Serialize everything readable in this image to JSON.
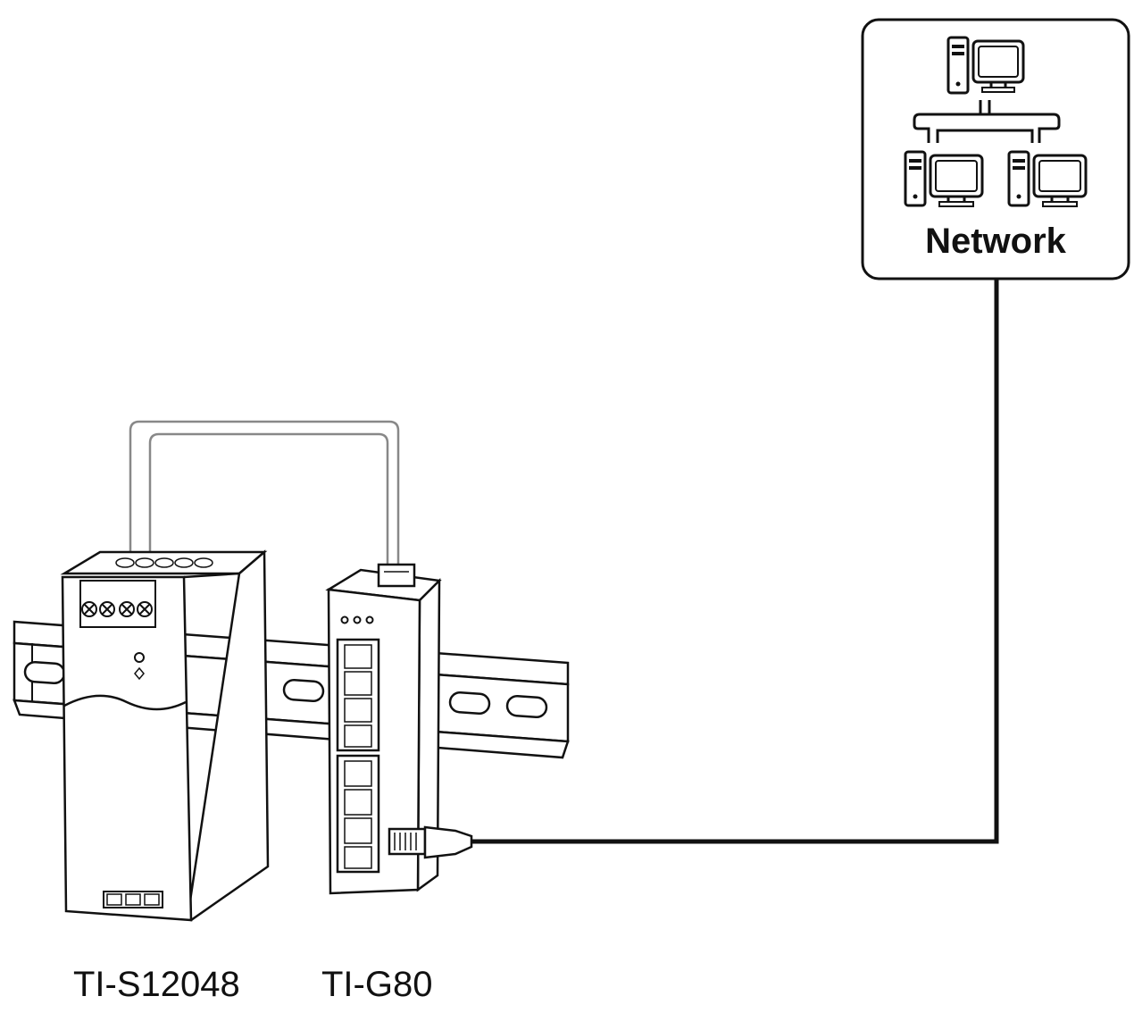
{
  "network": {
    "label": "Network"
  },
  "devices": {
    "power_supply": {
      "label": "TI-S12048"
    },
    "switch": {
      "label": "TI-G80"
    }
  },
  "colors": {
    "line": "#111111",
    "fill": "#ffffff",
    "power_wire": "#888888"
  },
  "icons": [
    "computer-icon",
    "network-tree-icon",
    "rj45-plug-icon",
    "din-rail-icon"
  ]
}
